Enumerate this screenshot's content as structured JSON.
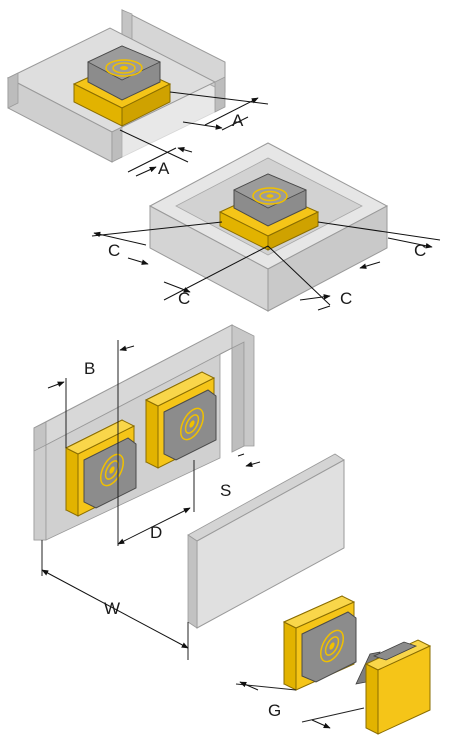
{
  "labels": {
    "a1": "A",
    "a2": "A",
    "c1": "C",
    "c2": "C",
    "c3": "C",
    "c4": "C",
    "b": "B",
    "s": "S",
    "d": "D",
    "w": "W",
    "g": "G"
  },
  "colors": {
    "sensor_yellow": "#f5c518",
    "sensor_yellow_dark": "#d9a800",
    "sensor_gray": "#8c8c8c",
    "sensor_gray_dark": "#6e6e6e",
    "metal_light": "#e2e2e2",
    "metal_mid": "#c9c9c9",
    "metal_dark": "#b2b2b2",
    "coil": "#e8b400"
  }
}
